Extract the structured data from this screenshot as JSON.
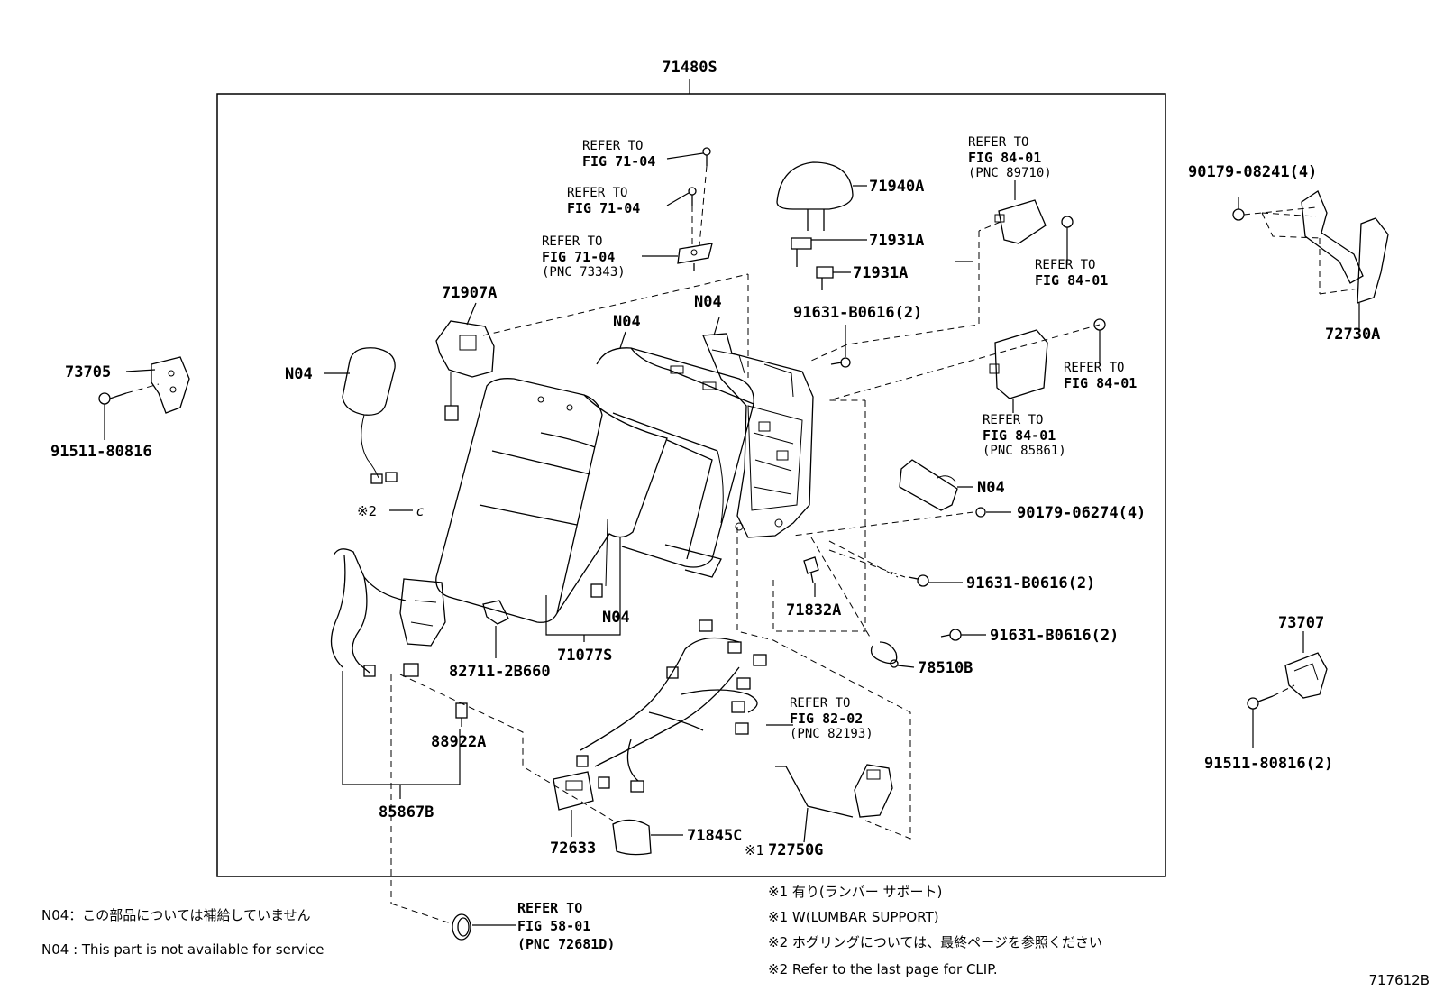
{
  "assembly_label": "71480S",
  "drawing_number": "717612B",
  "parts": {
    "p71940A": "71940A",
    "p71931A_1": "71931A",
    "p71931A_2": "71931A",
    "p71907A": "71907A",
    "p73705": "73705",
    "p91511_80816": "91511-80816",
    "p91631_top": "91631-B0616(2)",
    "p90179_08241": "90179-08241(4)",
    "p72730A": "72730A",
    "p90179_06274": "90179-06274(4)",
    "p91631_mid": "91631-B0616(2)",
    "p91631_low": "91631-B0616(2)",
    "p71832A": "71832A",
    "p78510B": "78510B",
    "p73707": "73707",
    "p91511_80816_2": "91511-80816(2)",
    "p71077S": "71077S",
    "p82711": "82711-2B660",
    "p88922A": "88922A",
    "p85867B": "85867B",
    "p72633": "72633",
    "p71845C": "71845C",
    "p72750G": "72750G",
    "n04_1": "N04",
    "n04_2": "N04",
    "n04_3": "N04",
    "n04_4": "N04",
    "n04_5": "N04"
  },
  "marks": {
    "clip_mark": "※2",
    "lumbar_mark": "※1"
  },
  "references": {
    "r1": [
      "REFER TO",
      "FIG 71-04"
    ],
    "r2": [
      "REFER TO",
      "FIG 71-04"
    ],
    "r3": [
      "REFER TO",
      "FIG 71-04",
      "(PNC 73343)"
    ],
    "r4": [
      "REFER TO",
      "FIG 84-01",
      "(PNC 89710)"
    ],
    "r5": [
      "REFER TO",
      "FIG 84-01"
    ],
    "r6": [
      "REFER TO",
      "FIG 84-01"
    ],
    "r7": [
      "REFER TO",
      "FIG 84-01",
      "(PNC 85861)"
    ],
    "r8": [
      "REFER TO",
      "FIG 82-02",
      "(PNC 82193)"
    ],
    "r9": [
      "REFER TO",
      "FIG 58-01",
      "(PNC 72681D)"
    ]
  },
  "footnotes": {
    "n04_jp": "N04：この部品については補給していません",
    "n04_en": "N04 : This part is not available for service",
    "s1_jp": "※1  有り(ランバー  サポート)",
    "s1_en": "※1  W(LUMBAR SUPPORT)",
    "s2_jp": "※2  ホグリングについては、最終ページを参照ください",
    "s2_en": "※2  Refer to the last page for CLIP."
  }
}
